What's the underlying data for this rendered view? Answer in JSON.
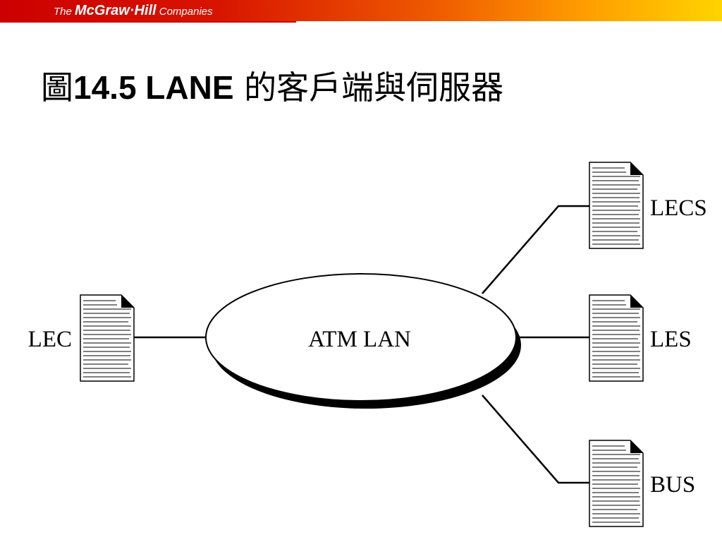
{
  "header": {
    "logo_prefix": "The ",
    "logo_brand": "McGraw·Hill",
    "logo_suffix": " Companies",
    "banner_colors": [
      "#cc0000",
      "#ff9a00",
      "#ffd400"
    ]
  },
  "slide": {
    "title_prefix": "圖",
    "title_number": "14.5  LANE",
    "title_suffix": " 的客戶端與伺服器"
  },
  "diagram": {
    "center_label": "ATM LAN",
    "client_label": "LEC",
    "servers": [
      {
        "label": "LECS"
      },
      {
        "label": "LES"
      },
      {
        "label": "BUS"
      }
    ],
    "icon": "document-icon"
  }
}
